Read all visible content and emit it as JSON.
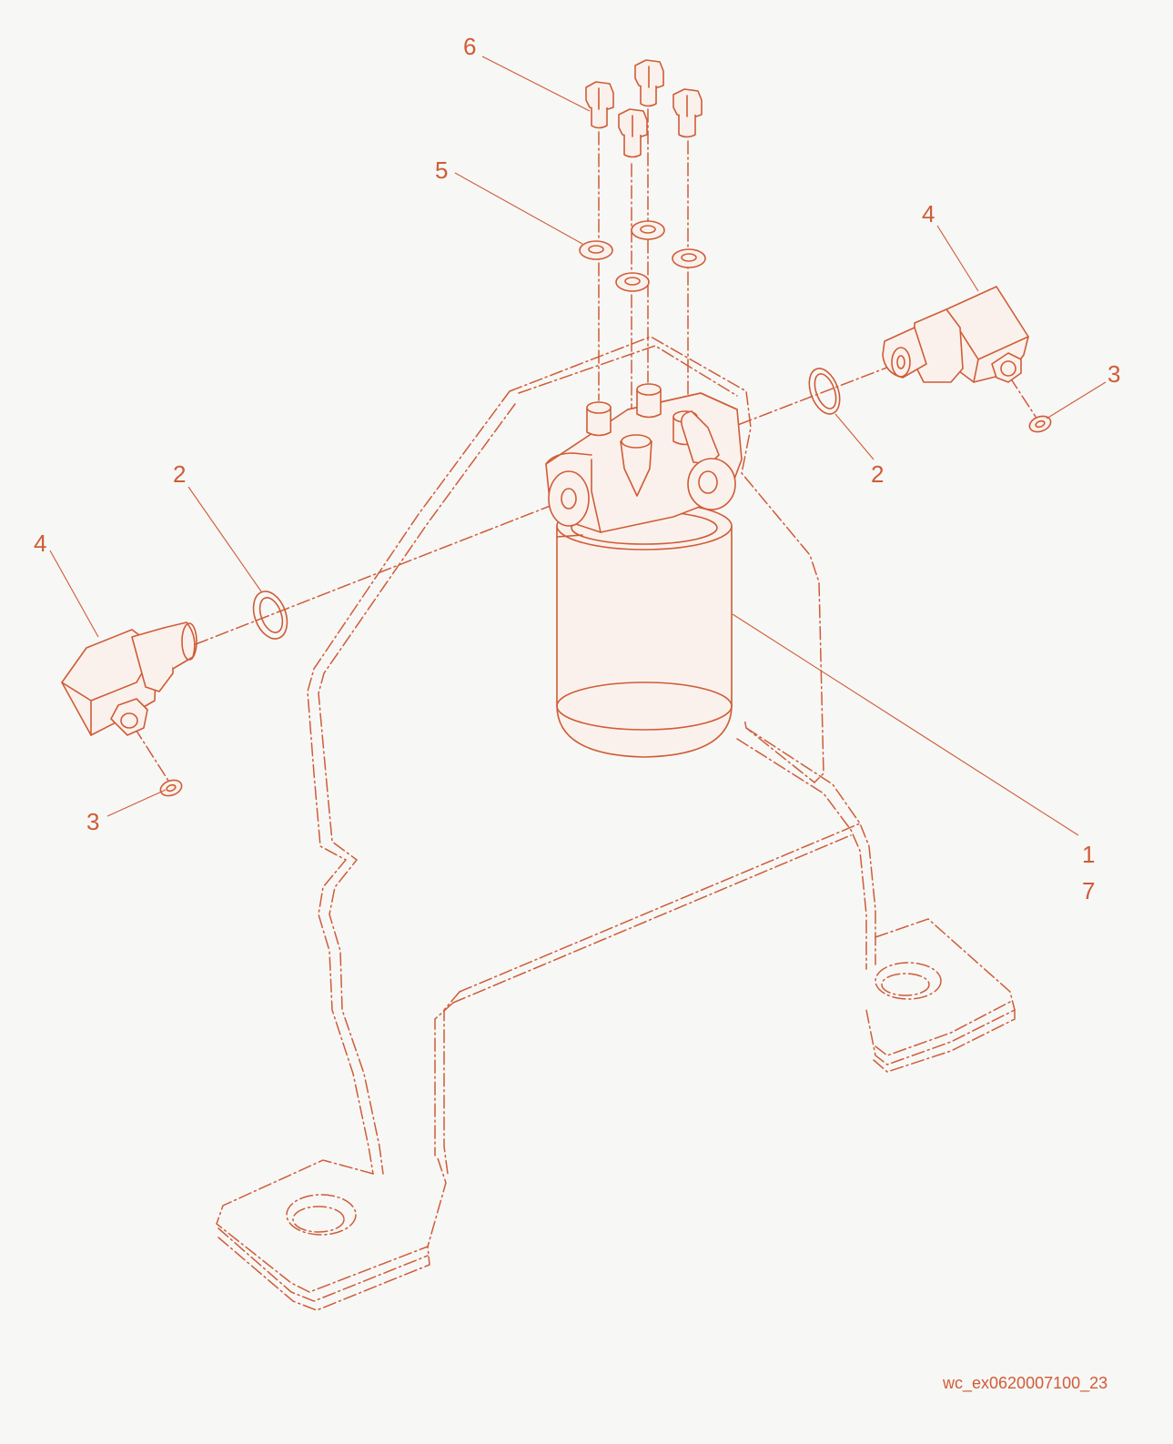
{
  "diagram": {
    "reference_code": "wc_ex0620007100_23",
    "accent_color": "#cf5c36",
    "background_color": "#f7f7f6",
    "callouts": [
      {
        "id": "c6",
        "label": "6"
      },
      {
        "id": "c5",
        "label": "5"
      },
      {
        "id": "c4r",
        "label": "4"
      },
      {
        "id": "c3r",
        "label": "3"
      },
      {
        "id": "c2r",
        "label": "2"
      },
      {
        "id": "c2l",
        "label": "2"
      },
      {
        "id": "c4l",
        "label": "4"
      },
      {
        "id": "c3l",
        "label": "3"
      },
      {
        "id": "c1",
        "label": "1"
      },
      {
        "id": "c7",
        "label": "7"
      }
    ]
  }
}
